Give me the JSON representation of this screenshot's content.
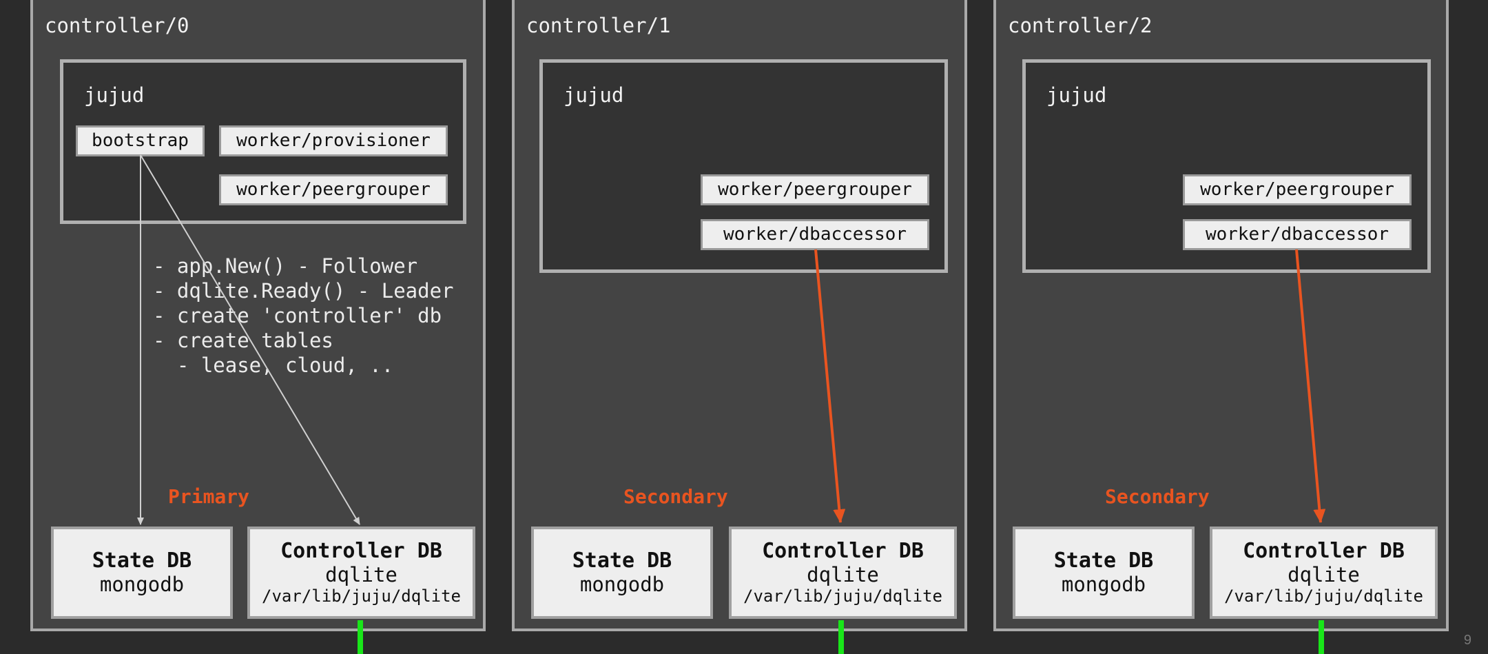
{
  "panels": [
    {
      "title": "controller/0",
      "jujud_label": "jujud",
      "workers": [
        "bootstrap",
        "worker/provisioner",
        "worker/peergrouper"
      ],
      "notes": "- app.New() - Follower\n- dqlite.Ready() - Leader\n- create 'controller' db\n- create tables\n  - lease, cloud, ..",
      "role": "Primary",
      "state_db": {
        "title": "State DB",
        "subtitle": "mongodb"
      },
      "controller_db": {
        "title": "Controller DB",
        "subtitle": "dqlite",
        "path": "/var/lib/juju/dqlite"
      }
    },
    {
      "title": "controller/1",
      "jujud_label": "jujud",
      "workers": [
        "worker/peergrouper",
        "worker/dbaccessor"
      ],
      "role": "Secondary",
      "state_db": {
        "title": "State DB",
        "subtitle": "mongodb"
      },
      "controller_db": {
        "title": "Controller DB",
        "subtitle": "dqlite",
        "path": "/var/lib/juju/dqlite"
      }
    },
    {
      "title": "controller/2",
      "jujud_label": "jujud",
      "workers": [
        "worker/peergrouper",
        "worker/dbaccessor"
      ],
      "role": "Secondary",
      "state_db": {
        "title": "State DB",
        "subtitle": "mongodb"
      },
      "controller_db": {
        "title": "Controller DB",
        "subtitle": "dqlite",
        "path": "/var/lib/juju/dqlite"
      }
    }
  ],
  "page_number": "9",
  "colors": {
    "background": "#2b2b2b",
    "panel": "#444444",
    "accent_orange": "#e95420",
    "link_green": "#19e619",
    "bootstrap_arrow": "#d0d0d0"
  }
}
